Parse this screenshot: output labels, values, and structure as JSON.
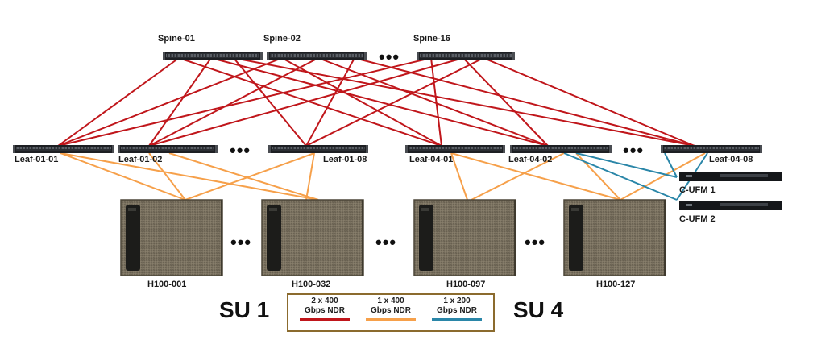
{
  "spines": [
    "Spine-01",
    "Spine-02",
    "Spine-16"
  ],
  "leaves": [
    "Leaf-01-01",
    "Leaf-01-02",
    "Leaf-01-08",
    "Leaf-04-01",
    "Leaf-04-02",
    "Leaf-04-08"
  ],
  "ufm": [
    "C-UFM 1",
    "C-UFM 2"
  ],
  "servers": [
    "H100-001",
    "H100-032",
    "H100-097",
    "H100-127"
  ],
  "ellipsis": "•••",
  "scalable_units": [
    "SU 1",
    "SU 4"
  ],
  "legend": [
    {
      "label": "2 x 400\nGbps NDR",
      "color": "#c0161b"
    },
    {
      "label": "1 x 400\nGbps NDR",
      "color": "#f6a04a"
    },
    {
      "label": "1 x 200\nGbps NDR",
      "color": "#2a86a8"
    }
  ],
  "colors": {
    "spine_leaf": "#c0161b",
    "leaf_server": "#f6a04a",
    "leaf_ufm": "#2a86a8",
    "legend_border": "#8b6b2e"
  }
}
